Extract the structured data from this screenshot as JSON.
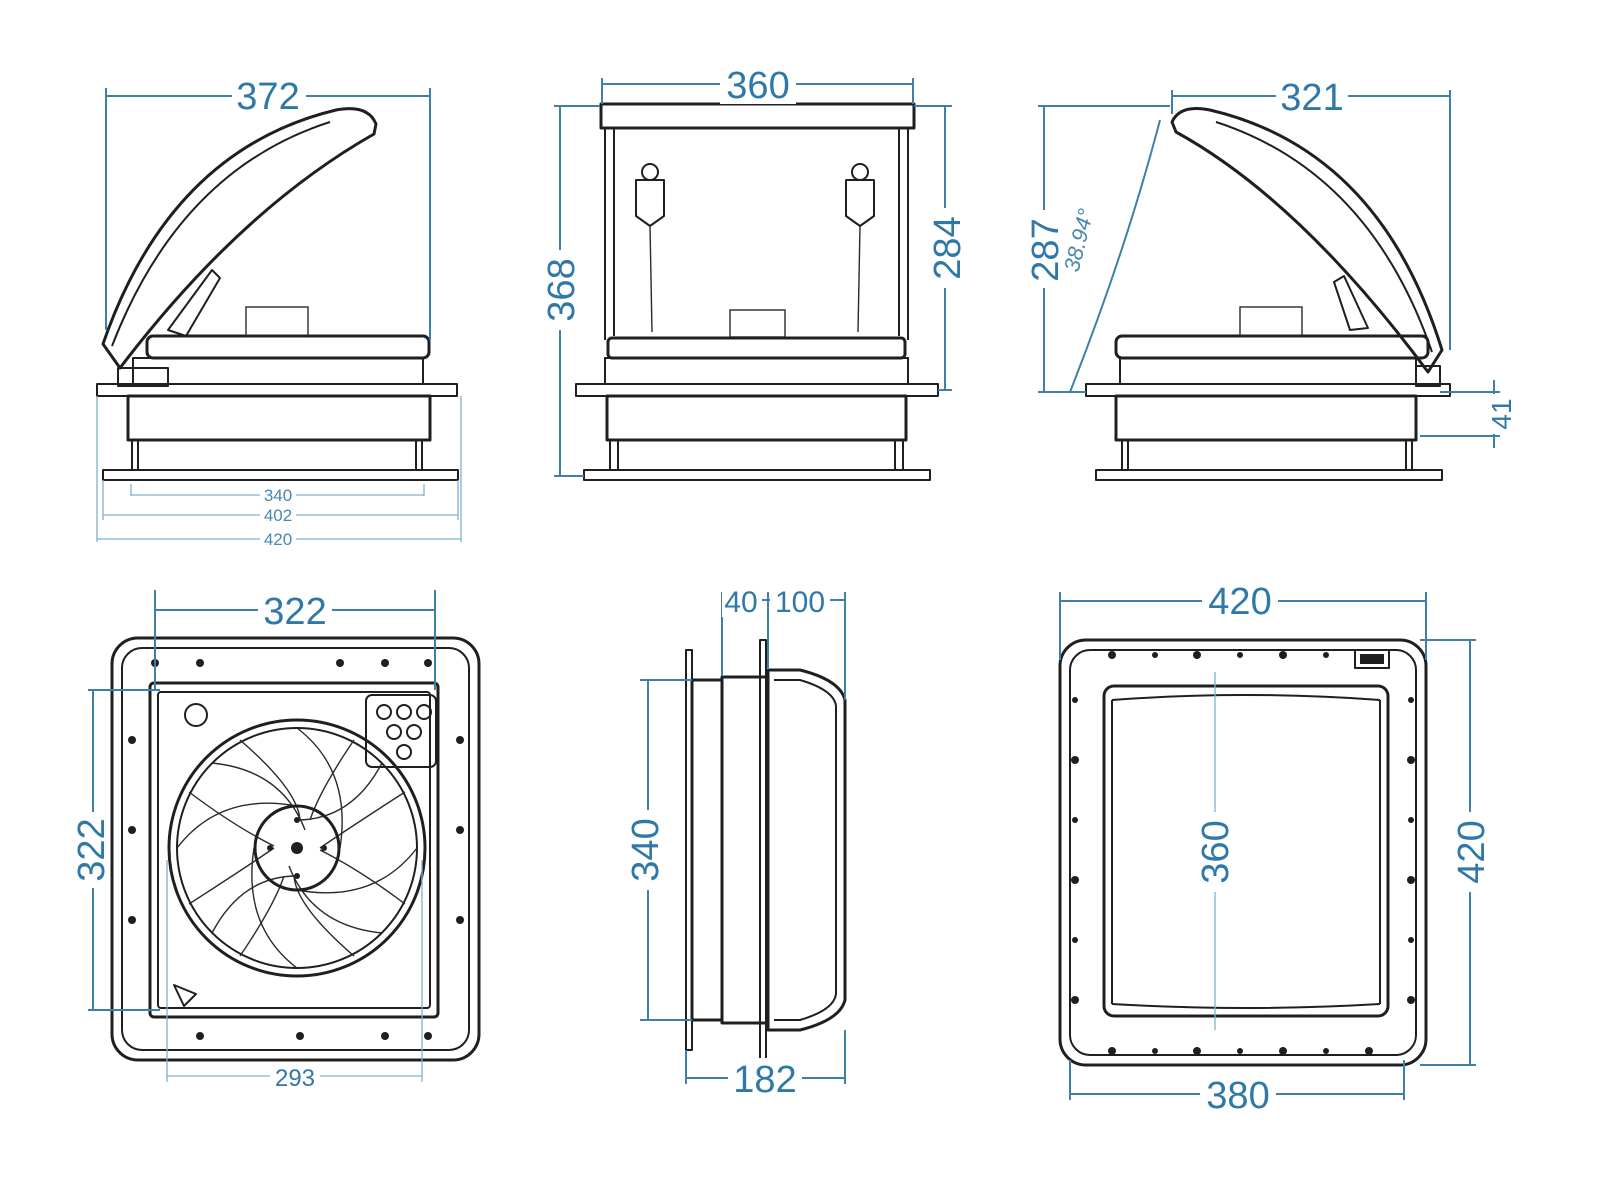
{
  "views": {
    "side_left": {
      "top": "372",
      "bottom_inner": "340",
      "bottom_mid": "402",
      "bottom_outer": "420"
    },
    "front_open": {
      "top": "360",
      "left": "368",
      "right": "284"
    },
    "side_right": {
      "top": "321",
      "left": "287",
      "angle": "38.94°",
      "right": "41"
    },
    "bottom_fan": {
      "top": "322",
      "left": "322",
      "bottom": "293"
    },
    "section": {
      "top_a": "40",
      "top_b": "100",
      "left": "340",
      "bottom": "182"
    },
    "top_plan": {
      "top": "420",
      "center": "360",
      "right": "420",
      "bottom": "380"
    }
  },
  "colors": {
    "dimension": "#2f78a8",
    "outline": "#1f1f1f"
  }
}
